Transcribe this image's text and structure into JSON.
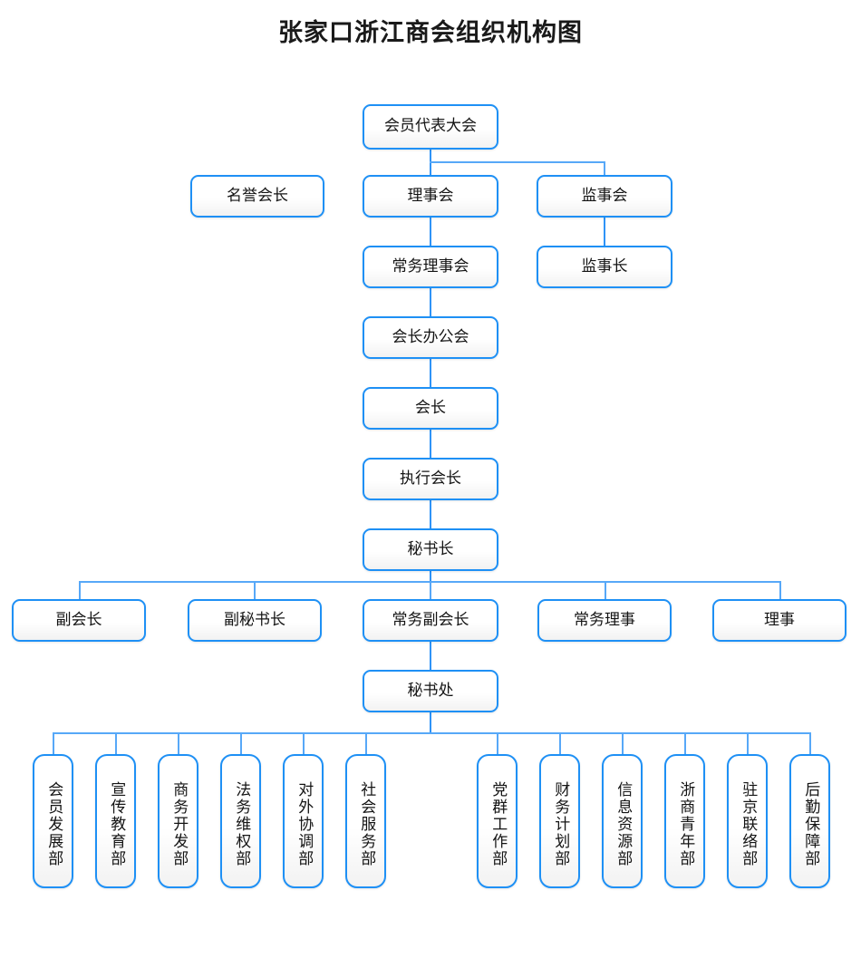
{
  "title": "张家口浙江商会组织机构图",
  "theme": {
    "box_border": "#1e90f5",
    "connector": "#2f93f7",
    "background": "#ffffff",
    "text": "#141414"
  },
  "nodes": {
    "assembly": "会员代表大会",
    "honorary_president": "名誉会长",
    "council": "理事会",
    "supervisory_board": "监事会",
    "standing_council": "常务理事会",
    "chief_supervisor": "监事长",
    "president_office_meeting": "会长办公会",
    "president": "会长",
    "executive_president": "执行会长",
    "secretary_general": "秘书长",
    "secretariat": "秘书处"
  },
  "officer_row": [
    {
      "label": "副会长"
    },
    {
      "label": "副秘书长"
    },
    {
      "label": "常务副会长"
    },
    {
      "label": "常务理事"
    },
    {
      "label": "理事"
    }
  ],
  "departments_left": [
    {
      "label": "会员发展部"
    },
    {
      "label": "宣传教育部"
    },
    {
      "label": "商务开发部"
    },
    {
      "label": "法务维权部"
    },
    {
      "label": "对外协调部"
    },
    {
      "label": "社会服务部"
    }
  ],
  "departments_right": [
    {
      "label": "党群工作部"
    },
    {
      "label": "财务计划部"
    },
    {
      "label": "信息资源部"
    },
    {
      "label": "浙商青年部"
    },
    {
      "label": "驻京联络部"
    },
    {
      "label": "后勤保障部"
    }
  ]
}
